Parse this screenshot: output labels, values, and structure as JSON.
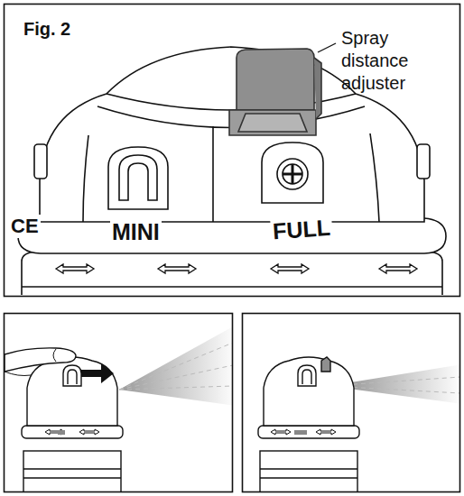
{
  "diagram": {
    "title": "Fig. 2",
    "labels": [
      "Spray distance adjuster",
      "MINI",
      "FULL",
      "CE"
    ]
  }
}
